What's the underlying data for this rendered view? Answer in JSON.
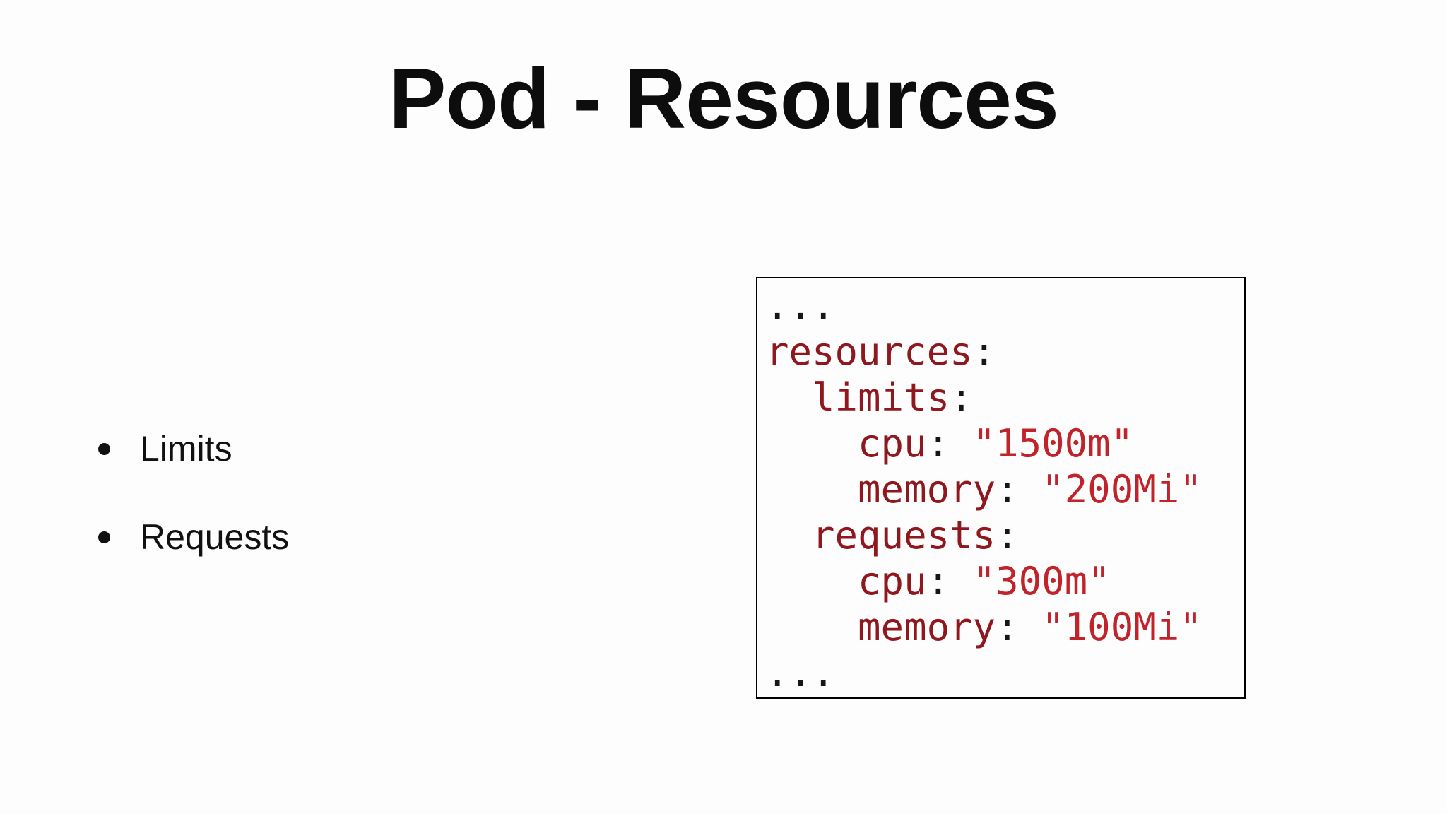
{
  "slide": {
    "title": "Pod - Resources",
    "bullets": [
      {
        "label": "Limits"
      },
      {
        "label": "Requests"
      }
    ],
    "code_block": {
      "language": "yaml",
      "colors": {
        "key": "#8e181d",
        "value": "#c02329",
        "plain": "#161616"
      },
      "lines": [
        {
          "plain": "..."
        },
        {
          "indent": "",
          "key": "resources",
          "sep": ":"
        },
        {
          "indent": "  ",
          "key": "limits",
          "sep": ":"
        },
        {
          "indent": "    ",
          "key": "cpu",
          "sep": ": ",
          "value": "\"1500m\""
        },
        {
          "indent": "    ",
          "key": "memory",
          "sep": ": ",
          "value": "\"200Mi\""
        },
        {
          "indent": "  ",
          "key": "requests",
          "sep": ":"
        },
        {
          "indent": "    ",
          "key": "cpu",
          "sep": ": ",
          "value": "\"300m\""
        },
        {
          "indent": "    ",
          "key": "memory",
          "sep": ": ",
          "value": "\"100Mi\""
        },
        {
          "plain": "..."
        }
      ]
    }
  }
}
